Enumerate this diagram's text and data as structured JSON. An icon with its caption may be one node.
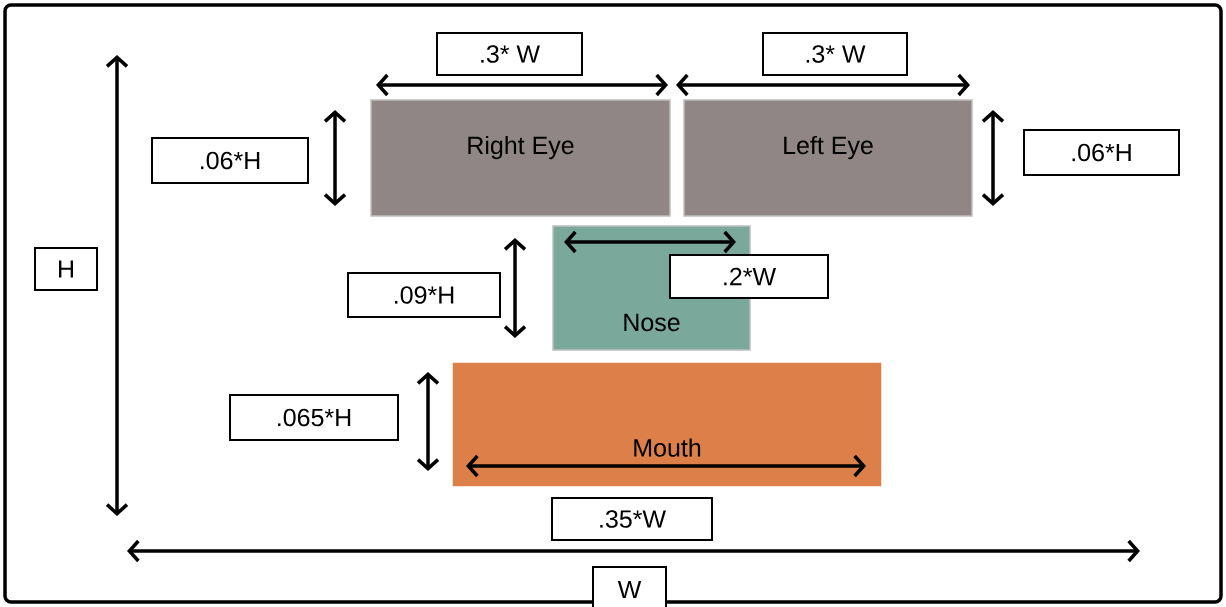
{
  "diagram": {
    "nodes": [
      {
        "text": [
          "Right Eye"
        ]
      },
      {
        "text": [
          "Left Eye"
        ]
      },
      {
        "text": [
          "Nose"
        ]
      },
      {
        "text": [
          "Mouth"
        ]
      }
    ],
    "labels": [
      ".3* W",
      ".3* W",
      ".06*H",
      ".06*H",
      "H",
      ".2*W",
      ".09*H",
      ".065*H",
      ".35*W",
      "W"
    ]
  }
}
